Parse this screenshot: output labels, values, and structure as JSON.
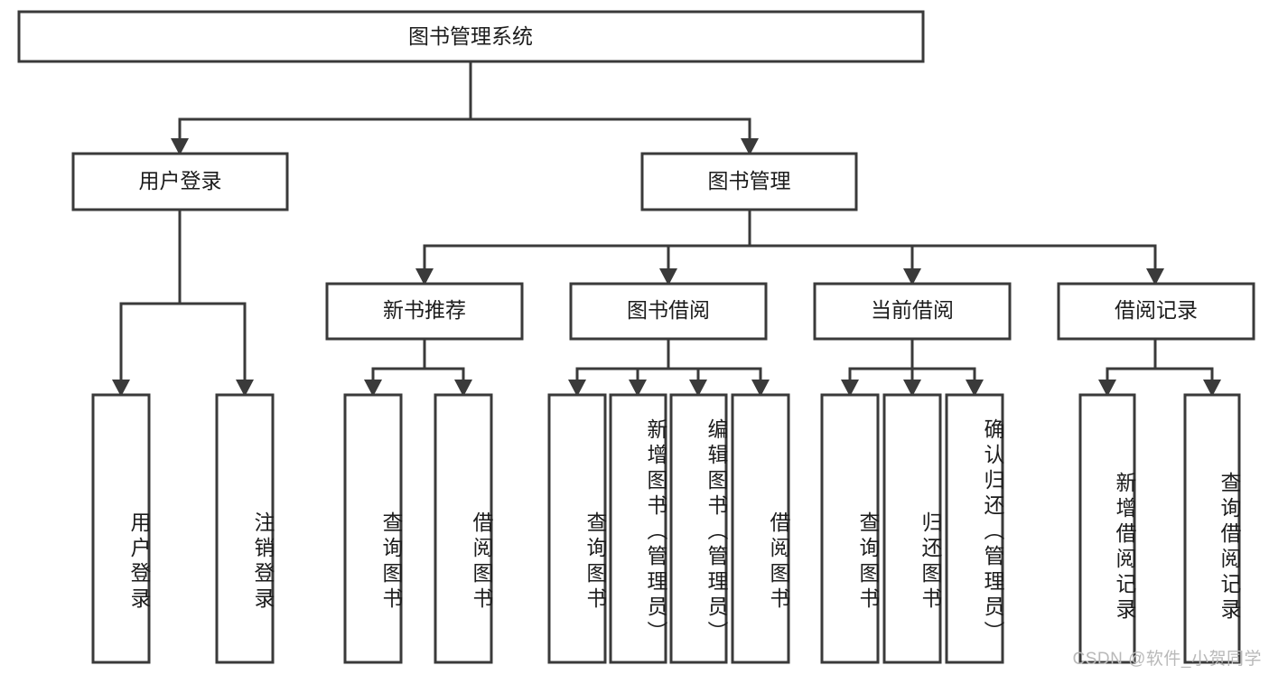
{
  "diagram": {
    "type": "tree-hierarchy",
    "title": "图书管理系统",
    "watermark": "CSDN @软件_小贺同学",
    "colors": {
      "stroke": "#3a3a3a",
      "box_fill": "#ffffff",
      "text": "#1c1c1c",
      "watermark": "#b9b9b9",
      "background": "#ffffff"
    },
    "levels": {
      "root": {
        "label": "图书管理系统"
      },
      "level2": [
        {
          "label": "用户登录"
        },
        {
          "label": "图书管理"
        }
      ],
      "level3": [
        {
          "label": "新书推荐"
        },
        {
          "label": "图书借阅"
        },
        {
          "label": "当前借阅"
        },
        {
          "label": "借阅记录"
        }
      ],
      "leaves": {
        "user_login": [
          {
            "label": "用户登录"
          },
          {
            "label": "注销登录"
          }
        ],
        "new_book_recommend": [
          {
            "label": "查询图书"
          },
          {
            "label": "借阅图书"
          }
        ],
        "book_borrow": [
          {
            "label": "查询图书"
          },
          {
            "label": "新增图书（管理员）"
          },
          {
            "label": "编辑图书（管理员）"
          },
          {
            "label": "借阅图书"
          }
        ],
        "current_borrow": [
          {
            "label": "查询图书"
          },
          {
            "label": "归还图书"
          },
          {
            "label": "确认归还（管理员）"
          }
        ],
        "borrow_record": [
          {
            "label": "新增借阅记录"
          },
          {
            "label": "查询借阅记录"
          }
        ]
      }
    }
  }
}
